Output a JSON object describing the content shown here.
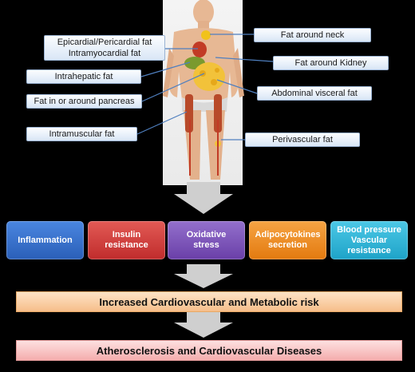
{
  "fat_depots": {
    "epicardial_line1": "Epicardial/Pericardial fat",
    "epicardial_line2": "Intramyocardial fat",
    "intrahepatic": "Intrahepatic fat",
    "pancreas": "Fat in or around pancreas",
    "intramuscular": "Intramuscular fat",
    "neck": "Fat around neck",
    "kidney": "Fat around Kidney",
    "abdominal": "Abdominal visceral fat",
    "perivascular": "Perivascular fat"
  },
  "mechanisms": {
    "inflammation": "Inflammation",
    "insulin_line1": "Insulin",
    "insulin_line2": "resistance",
    "oxidative_line1": "Oxidative",
    "oxidative_line2": "stress",
    "adipo_line1": "Adipocytokines",
    "adipo_line2": "secretion",
    "bp_line1": "Blood pressure",
    "bp_line2": "Vascular",
    "bp_line3": "resistance"
  },
  "outcomes": {
    "risk": "Increased Cardiovascular and Metabolic risk",
    "disease": "Atherosclerosis and Cardiovascular Diseases"
  },
  "colors": {
    "inflammation": "#2f6fd1",
    "insulin": "#d53b3b",
    "oxidative": "#7a4fb8",
    "adipo": "#f08a1c",
    "bp": "#2ab5d9",
    "risk_bar": "#f8c99a",
    "disease_bar": "#f7b9b9",
    "connector": "#4f7fbf"
  }
}
